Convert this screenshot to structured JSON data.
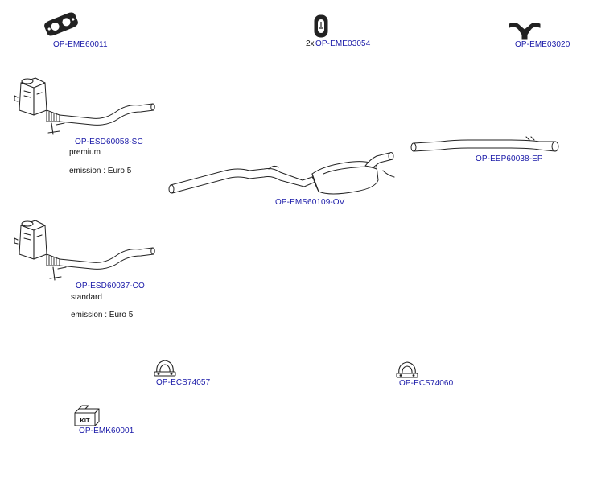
{
  "parts": {
    "eme60011": {
      "code": "OP-EME60011"
    },
    "eme03054": {
      "qty": "2x",
      "code": "OP-EME03054"
    },
    "eme03020": {
      "code": "OP-EME03020"
    },
    "esd60058": {
      "code": "OP-ESD60058-SC",
      "variant": "premium",
      "emission": "emission : Euro 5"
    },
    "ems60109": {
      "code": "OP-EMS60109-OV"
    },
    "eep60038": {
      "code": "OP-EEP60038-EP"
    },
    "esd60037": {
      "code": "OP-ESD60037-CO",
      "variant": "standard",
      "emission": "emission : Euro 5"
    },
    "ecs74057": {
      "code": "OP-ECS74057"
    },
    "ecs74060": {
      "code": "OP-ECS74060"
    },
    "emk60001": {
      "code": "OP-EMK60001",
      "box_label": "KIT"
    }
  },
  "icons": {
    "eme60011": "exhaust-gasket-icon",
    "eme03054": "rubber-hanger-icon",
    "eme03020": "y-mount-hanger-icon",
    "esd60058": "dpf-downpipe-icon",
    "ems60109": "middle-silencer-pipe-icon",
    "eep60038": "tailpipe-icon",
    "esd60037": "dpf-downpipe-icon",
    "ecs74057": "pipe-clamp-icon",
    "ecs74060": "pipe-clamp-icon",
    "emk60001": "mounting-kit-box-icon"
  }
}
